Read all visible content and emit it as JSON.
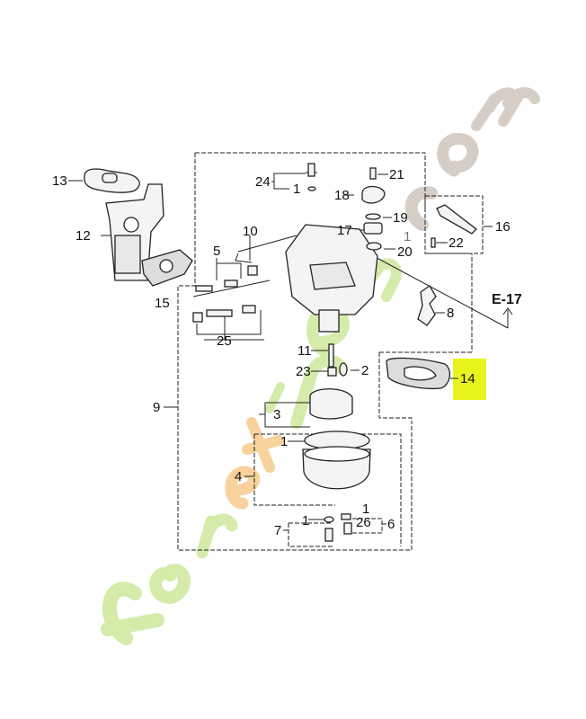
{
  "diagram": {
    "title": "Carburetor exploded parts diagram",
    "highlight_color": "#e8f51c",
    "highlighted_part": "14",
    "reference": "E-17",
    "watermark": {
      "text": "foret'jardin.com",
      "colors": [
        "#cde8a0",
        "#f7c98a",
        "#cfc6bd"
      ]
    },
    "parts": {
      "p1a": "1",
      "p1b": "1",
      "p1c": "1",
      "p1d": "1",
      "p1e": "1",
      "p2": "2",
      "p3": "3",
      "p4": "4",
      "p5": "5",
      "p6": "6",
      "p7": "7",
      "p8": "8",
      "p9": "9",
      "p10": "10",
      "p11": "11",
      "p12": "12",
      "p13": "13",
      "p14": "14",
      "p15": "15",
      "p16": "16",
      "p17": "17",
      "p18": "18",
      "p19": "19",
      "p20": "20",
      "p21": "21",
      "p22": "22",
      "p23": "23",
      "p24": "24",
      "p25": "25",
      "p26": "26"
    }
  }
}
